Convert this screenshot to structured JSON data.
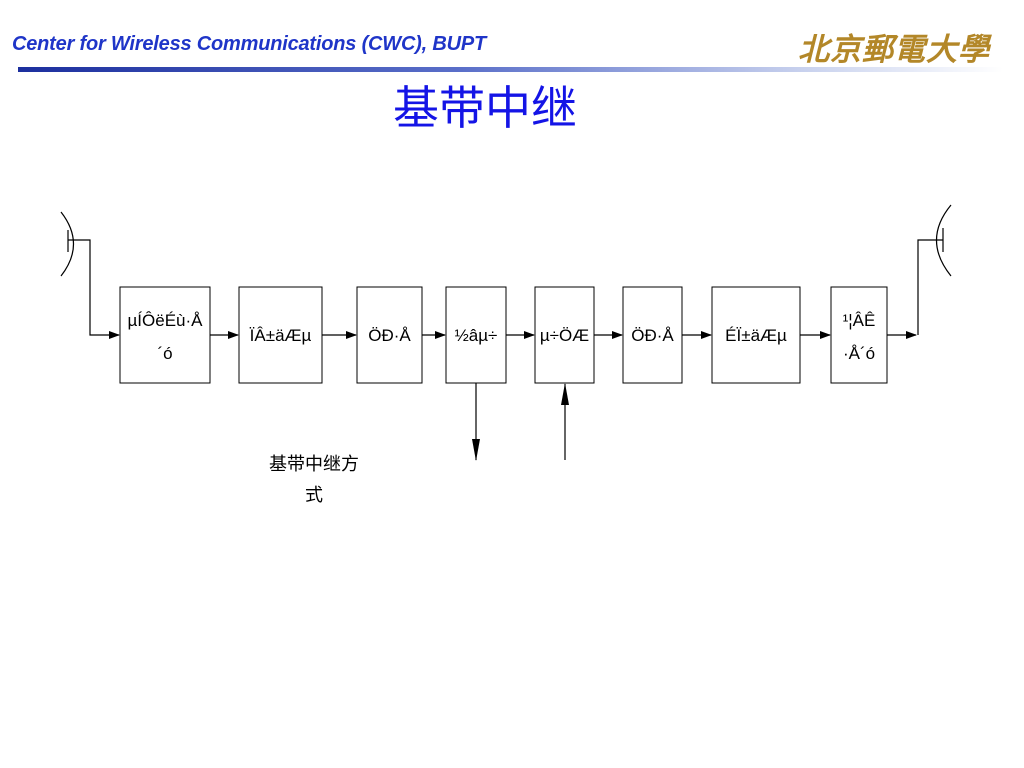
{
  "header": {
    "org_title": "Center for Wireless Communications (CWC), BUPT",
    "logo_text": "北京郵電大學"
  },
  "slide": {
    "title": "基带中继"
  },
  "diagram": {
    "blocks": [
      {
        "lines": [
          "µÍÔëÉù·Å",
          "´ó"
        ]
      },
      {
        "lines": [
          "ÏÂ±äÆµ"
        ]
      },
      {
        "lines": [
          "ÖÐ·Å"
        ]
      },
      {
        "lines": [
          "½âµ÷"
        ]
      },
      {
        "lines": [
          "µ÷ÖÆ"
        ]
      },
      {
        "lines": [
          "ÖÐ·Å"
        ]
      },
      {
        "lines": [
          "ÉÏ±äÆµ"
        ]
      },
      {
        "lines": [
          "¹¦ÂÊ",
          "·Å´ó"
        ]
      }
    ],
    "caption": [
      "基带中继方",
      "式"
    ],
    "icons": {
      "left": "receive-antenna-icon",
      "right": "transmit-antenna-icon"
    }
  },
  "colors": {
    "org_title": "#1f35c8",
    "slide_title": "#1414e6",
    "logo": "#b38728",
    "rule_dark": "#1c2f9e",
    "lines": "#000000"
  }
}
